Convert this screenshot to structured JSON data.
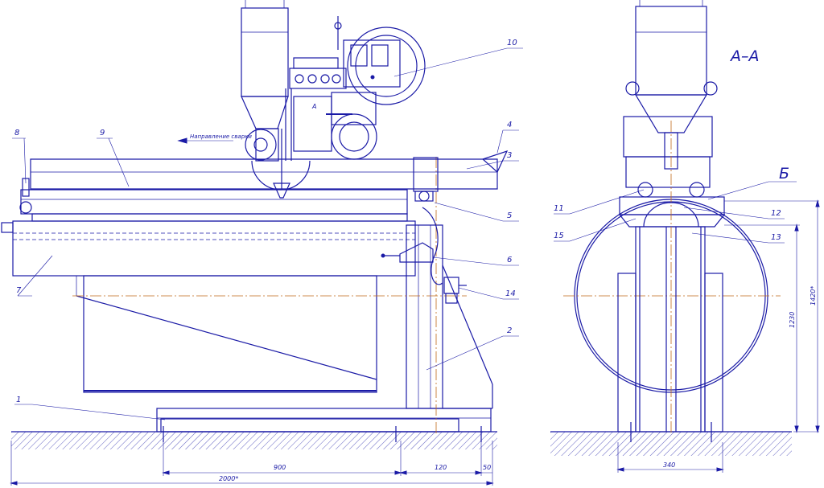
{
  "views": {
    "section_label": "А–А",
    "detail_label": "Б",
    "cut_marker": "А"
  },
  "direction_note": "Направление сварки",
  "callouts": [
    {
      "id": "1",
      "label": "1"
    },
    {
      "id": "2",
      "label": "2"
    },
    {
      "id": "3",
      "label": "3"
    },
    {
      "id": "4",
      "label": "4"
    },
    {
      "id": "5",
      "label": "5"
    },
    {
      "id": "6",
      "label": "6"
    },
    {
      "id": "7",
      "label": "7"
    },
    {
      "id": "8",
      "label": "8"
    },
    {
      "id": "9",
      "label": "9"
    },
    {
      "id": "10",
      "label": "10"
    },
    {
      "id": "11",
      "label": "11"
    },
    {
      "id": "12",
      "label": "12"
    },
    {
      "id": "13",
      "label": "13"
    },
    {
      "id": "14",
      "label": "14"
    },
    {
      "id": "15",
      "label": "15"
    }
  ],
  "dimensions": {
    "front_span_main": "900",
    "front_span_mid": "120",
    "front_span_end": "50",
    "front_overall": "2000*",
    "side_base_width": "340",
    "side_height_1": "1230",
    "side_height_2": "1420*"
  },
  "colors": {
    "line": "#1a1aa6",
    "centerline": "#c06a1a",
    "background": "#ffffff"
  }
}
